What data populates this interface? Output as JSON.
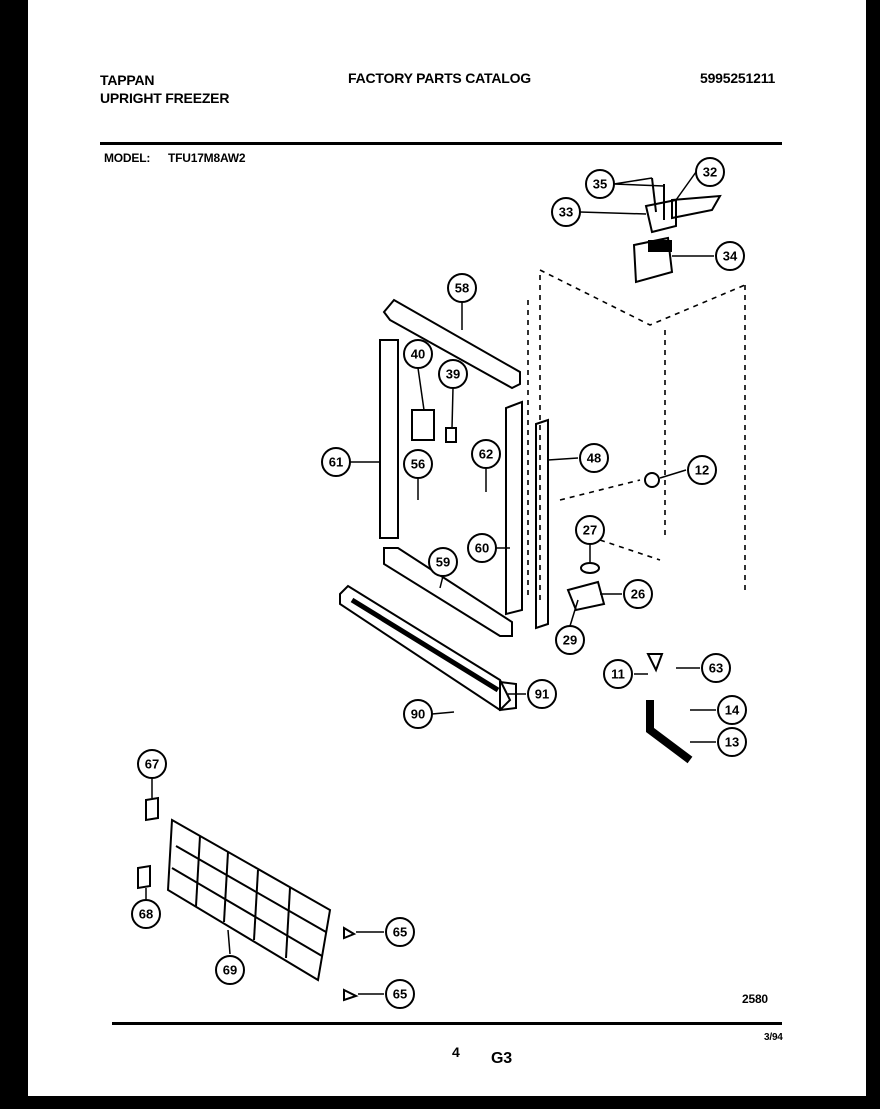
{
  "header": {
    "brand": "TAPPAN",
    "product": "UPRIGHT FREEZER",
    "catalog": "FACTORY PARTS CATALOG",
    "catalog_number": "5995251211",
    "model_label": "MODEL:",
    "model_number": "TFU17M8AW2"
  },
  "footer": {
    "diagram_code": "2580",
    "date": "3/94",
    "page_number": "4",
    "section": "G3"
  },
  "callouts": [
    "35",
    "32",
    "33",
    "34",
    "58",
    "40",
    "39",
    "61",
    "56",
    "62",
    "48",
    "12",
    "27",
    "60",
    "59",
    "26",
    "29",
    "11",
    "63",
    "14",
    "13",
    "90",
    "91",
    "67",
    "68",
    "65",
    "69",
    "65"
  ]
}
